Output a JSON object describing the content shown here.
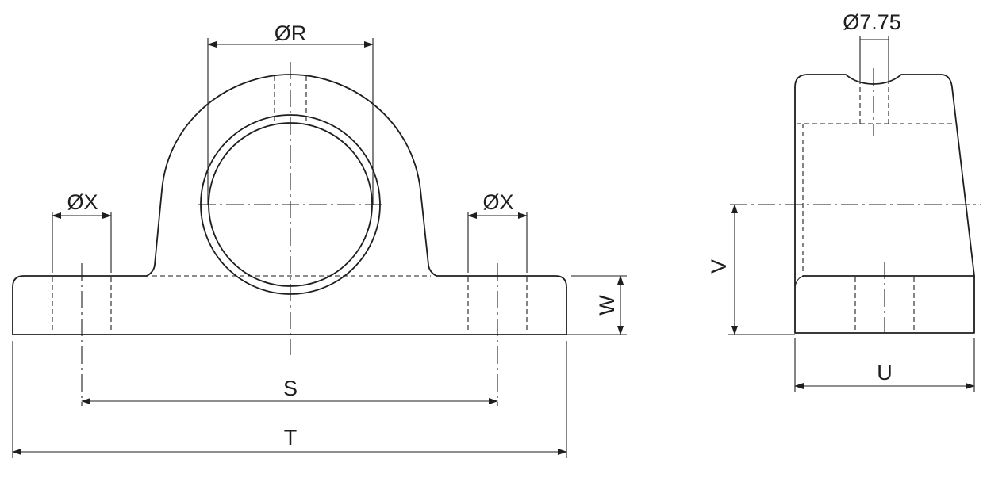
{
  "labels": {
    "bore_diameter": "ØR",
    "bolt_hole_left": "ØX",
    "bolt_hole_right": "ØX",
    "base_height": "W",
    "bolt_spacing": "S",
    "total_length": "T",
    "center_height": "V",
    "base_width": "U",
    "grease_hole": "Ø7.75"
  },
  "colors": {
    "line": "#1e1e1e",
    "background": "#ffffff"
  }
}
